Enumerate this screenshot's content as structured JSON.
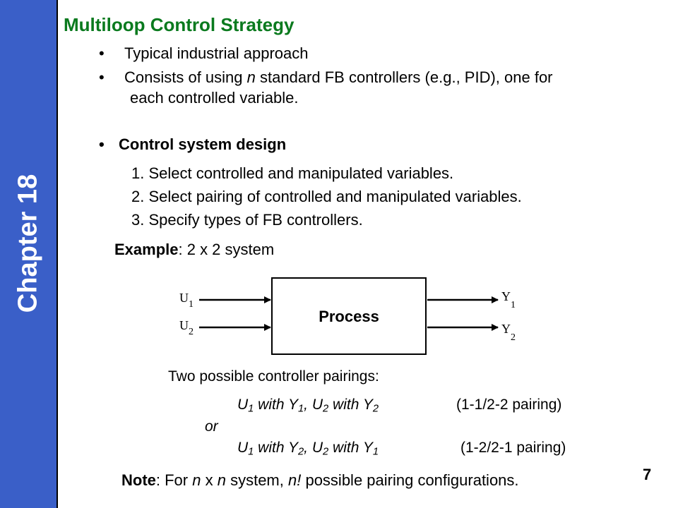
{
  "sidebar": {
    "label": "Chapter 18"
  },
  "title": "Multiloop Control Strategy",
  "bullets": [
    {
      "text": "Typical industrial approach"
    },
    {
      "pre": "Consists of using ",
      "italic": "n",
      "post": " standard FB controllers (e.g., PID), one for",
      "cont": "each controlled variable."
    }
  ],
  "design": {
    "heading": "Control system design",
    "steps": [
      "1.  Select controlled and manipulated variables.",
      "2.  Select pairing of controlled and manipulated variables.",
      "3.  Specify types of FB controllers."
    ]
  },
  "example": {
    "bold": "Example",
    "rest": ": 2 x 2 system"
  },
  "diagram": {
    "box_label": "Process",
    "inputs": [
      {
        "main": "U",
        "sub": "1"
      },
      {
        "main": "U",
        "sub": "2"
      }
    ],
    "outputs": [
      {
        "main": "Y",
        "sub": "1"
      },
      {
        "main": "Y",
        "sub": "2"
      }
    ]
  },
  "pairings": {
    "intro": "Two possible controller pairings:",
    "line1": {
      "u1": "U",
      "s1": "1",
      "m1": " with Y",
      "s2": "1",
      "m2": ", U",
      "s3": "2",
      "m3": " with Y",
      "s4": "2",
      "label": "(1-1/2-2 pairing)"
    },
    "or": "or",
    "line2": {
      "u1": "U",
      "s1": "1",
      "m1": " with Y",
      "s2": "2",
      "m2": ", U",
      "s3": "2",
      "m3": " with Y",
      "s4": "1",
      "label": "(1-2/2-1 pairing)"
    }
  },
  "note": {
    "bold": "Note",
    "t1": ": For ",
    "n1": "n",
    "t2": " x ",
    "n2": "n",
    "t3": " system, ",
    "n3": "n!",
    "t4": " possible pairing configurations."
  },
  "page_number": "7"
}
